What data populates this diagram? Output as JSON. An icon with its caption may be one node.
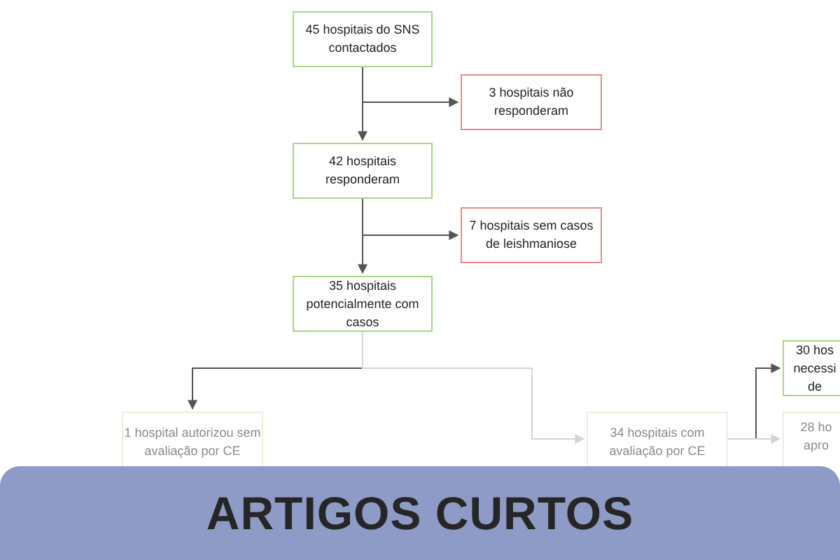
{
  "diagram": {
    "nodes": [
      {
        "text": [
          "45 hospitais do SNS contactados"
        ]
      },
      {
        "text": [
          "3 hospitais não responderam"
        ]
      },
      {
        "text": [
          "42 hospitais responderam"
        ]
      },
      {
        "text": [
          "7 hospitais sem casos de leishmaniose"
        ]
      },
      {
        "text": [
          "35 hospitais potencialmente com casos"
        ]
      },
      {
        "text": [
          "1 hospital autorizou sem avaliação por CE"
        ]
      },
      {
        "text": [
          "34 hospitais com avaliação por CE"
        ]
      },
      {
        "text": [
          "30 hos necessi de"
        ]
      },
      {
        "text": [
          "28 ho apro"
        ]
      },
      {
        "text": [
          "ARTIGOS CURTOS"
        ]
      }
    ],
    "edges": [
      {
        "from": 0,
        "to": 1,
        "arrow": "to"
      },
      {
        "from": 0,
        "to": 2,
        "arrow": "to"
      },
      {
        "from": 2,
        "to": 3,
        "arrow": "to"
      },
      {
        "from": 2,
        "to": 4,
        "arrow": "to"
      },
      {
        "from": 4,
        "to": 5,
        "arrow": "to"
      },
      {
        "from": 4,
        "to": 6,
        "arrow": "to",
        "color": "#d4d4d4"
      },
      {
        "from": 6,
        "to": 7,
        "arrow": "to"
      },
      {
        "from": 6,
        "to": 8,
        "arrow": "to",
        "color": "#d4d4d4"
      }
    ]
  }
}
